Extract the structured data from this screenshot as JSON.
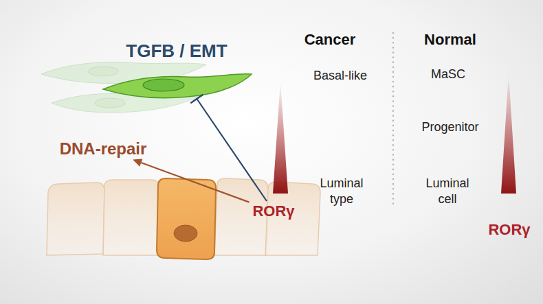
{
  "diagram": {
    "nodes": [
      {
        "text": [
          "TGFB / EMT"
        ]
      },
      {
        "text": [
          "DNA-repair"
        ]
      },
      {
        "text": [
          "RORγ"
        ]
      }
    ],
    "edges": [
      {
        "from": 2,
        "to": 0,
        "arrow": "to"
      },
      {
        "from": 2,
        "to": 1,
        "arrow": "to"
      }
    ],
    "labels": [
      "Cancer",
      "Normal",
      "Basal-like",
      "Luminal type",
      "MaSC",
      "Progenitor",
      "Luminal cell",
      "RORγ"
    ]
  }
}
